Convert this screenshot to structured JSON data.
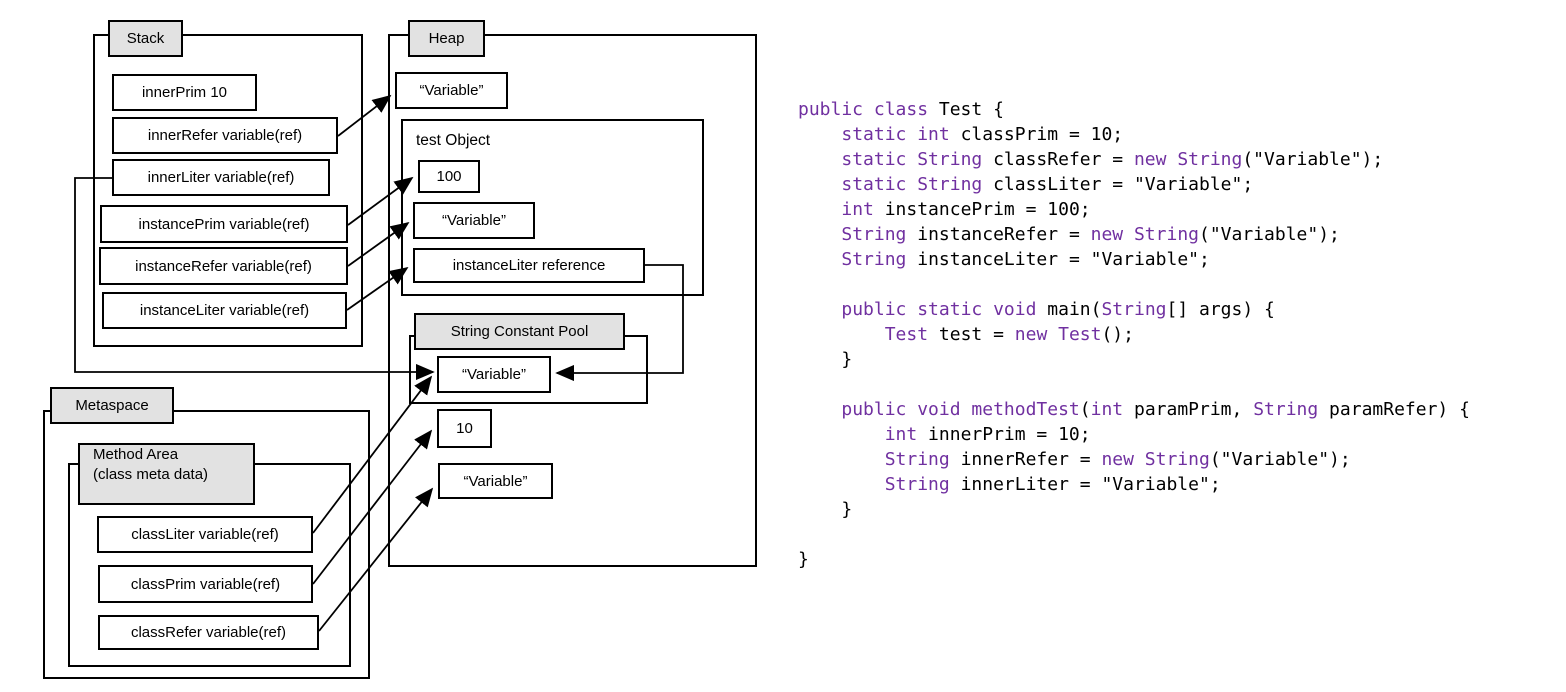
{
  "colors": {
    "keyword": "#7030A0",
    "text": "#000000",
    "border": "#000000",
    "tab_fill": "#e2e2e2"
  },
  "diagram": {
    "stack": {
      "title": "Stack",
      "items": [
        "innerPrim 10",
        "innerRefer variable(ref)",
        "innerLiter variable(ref)",
        "instancePrim variable(ref)",
        "instanceRefer variable(ref)",
        "instanceLiter variable(ref)"
      ]
    },
    "heap": {
      "title": "Heap",
      "top_string": "“Variable”",
      "test_object": {
        "title": "test Object",
        "prim_value": "100",
        "string_value": "“Variable”",
        "ref_label": "instanceLiter reference"
      },
      "string_pool": {
        "title": "String Constant Pool",
        "item": "“Variable”"
      },
      "prim_box": "10",
      "bottom_string": "“Variable”"
    },
    "metaspace": {
      "title": "Metaspace",
      "method_area": {
        "title": "Method Area",
        "subtitle": "(class meta data)",
        "items": [
          "classLiter variable(ref)",
          "classPrim variable(ref)",
          "classRefer variable(ref)"
        ]
      }
    }
  },
  "code": {
    "lines": [
      [
        {
          "c": "k",
          "t": "public class"
        },
        {
          "c": "p",
          "t": " Test {"
        }
      ],
      [
        {
          "c": "p",
          "t": "    "
        },
        {
          "c": "k",
          "t": "static int"
        },
        {
          "c": "p",
          "t": " classPrim = 10;"
        }
      ],
      [
        {
          "c": "p",
          "t": "    "
        },
        {
          "c": "k",
          "t": "static String"
        },
        {
          "c": "p",
          "t": " classRefer = "
        },
        {
          "c": "k",
          "t": "new String"
        },
        {
          "c": "p",
          "t": "(\"Variable\");"
        }
      ],
      [
        {
          "c": "p",
          "t": "    "
        },
        {
          "c": "k",
          "t": "static String"
        },
        {
          "c": "p",
          "t": " classLiter = \"Variable\";"
        }
      ],
      [
        {
          "c": "p",
          "t": "    "
        },
        {
          "c": "k",
          "t": "int"
        },
        {
          "c": "p",
          "t": " instancePrim = 100;"
        }
      ],
      [
        {
          "c": "p",
          "t": "    "
        },
        {
          "c": "k",
          "t": "String"
        },
        {
          "c": "p",
          "t": " instanceRefer = "
        },
        {
          "c": "k",
          "t": "new String"
        },
        {
          "c": "p",
          "t": "(\"Variable\");"
        }
      ],
      [
        {
          "c": "p",
          "t": "    "
        },
        {
          "c": "k",
          "t": "String"
        },
        {
          "c": "p",
          "t": " instanceLiter = \"Variable\";"
        }
      ],
      [],
      [
        {
          "c": "p",
          "t": "    "
        },
        {
          "c": "k",
          "t": "public static void"
        },
        {
          "c": "p",
          "t": " main("
        },
        {
          "c": "k",
          "t": "String"
        },
        {
          "c": "p",
          "t": "[] args) {"
        }
      ],
      [
        {
          "c": "p",
          "t": "        "
        },
        {
          "c": "k",
          "t": "Test"
        },
        {
          "c": "p",
          "t": " test = "
        },
        {
          "c": "k",
          "t": "new Test"
        },
        {
          "c": "p",
          "t": "();"
        }
      ],
      [
        {
          "c": "p",
          "t": "    }"
        }
      ],
      [],
      [
        {
          "c": "p",
          "t": "    "
        },
        {
          "c": "k",
          "t": "public void methodTest"
        },
        {
          "c": "p",
          "t": "("
        },
        {
          "c": "k",
          "t": "int"
        },
        {
          "c": "p",
          "t": " paramPrim, "
        },
        {
          "c": "k",
          "t": "String"
        },
        {
          "c": "p",
          "t": " paramRefer) {"
        }
      ],
      [
        {
          "c": "p",
          "t": "        "
        },
        {
          "c": "k",
          "t": "int"
        },
        {
          "c": "p",
          "t": " innerPrim = 10;"
        }
      ],
      [
        {
          "c": "p",
          "t": "        "
        },
        {
          "c": "k",
          "t": "String"
        },
        {
          "c": "p",
          "t": " innerRefer = "
        },
        {
          "c": "k",
          "t": "new String"
        },
        {
          "c": "p",
          "t": "(\"Variable\");"
        }
      ],
      [
        {
          "c": "p",
          "t": "        "
        },
        {
          "c": "k",
          "t": "String"
        },
        {
          "c": "p",
          "t": " innerLiter = \"Variable\";"
        }
      ],
      [
        {
          "c": "p",
          "t": "    }"
        }
      ],
      [],
      [
        {
          "c": "p",
          "t": "}"
        }
      ]
    ]
  }
}
